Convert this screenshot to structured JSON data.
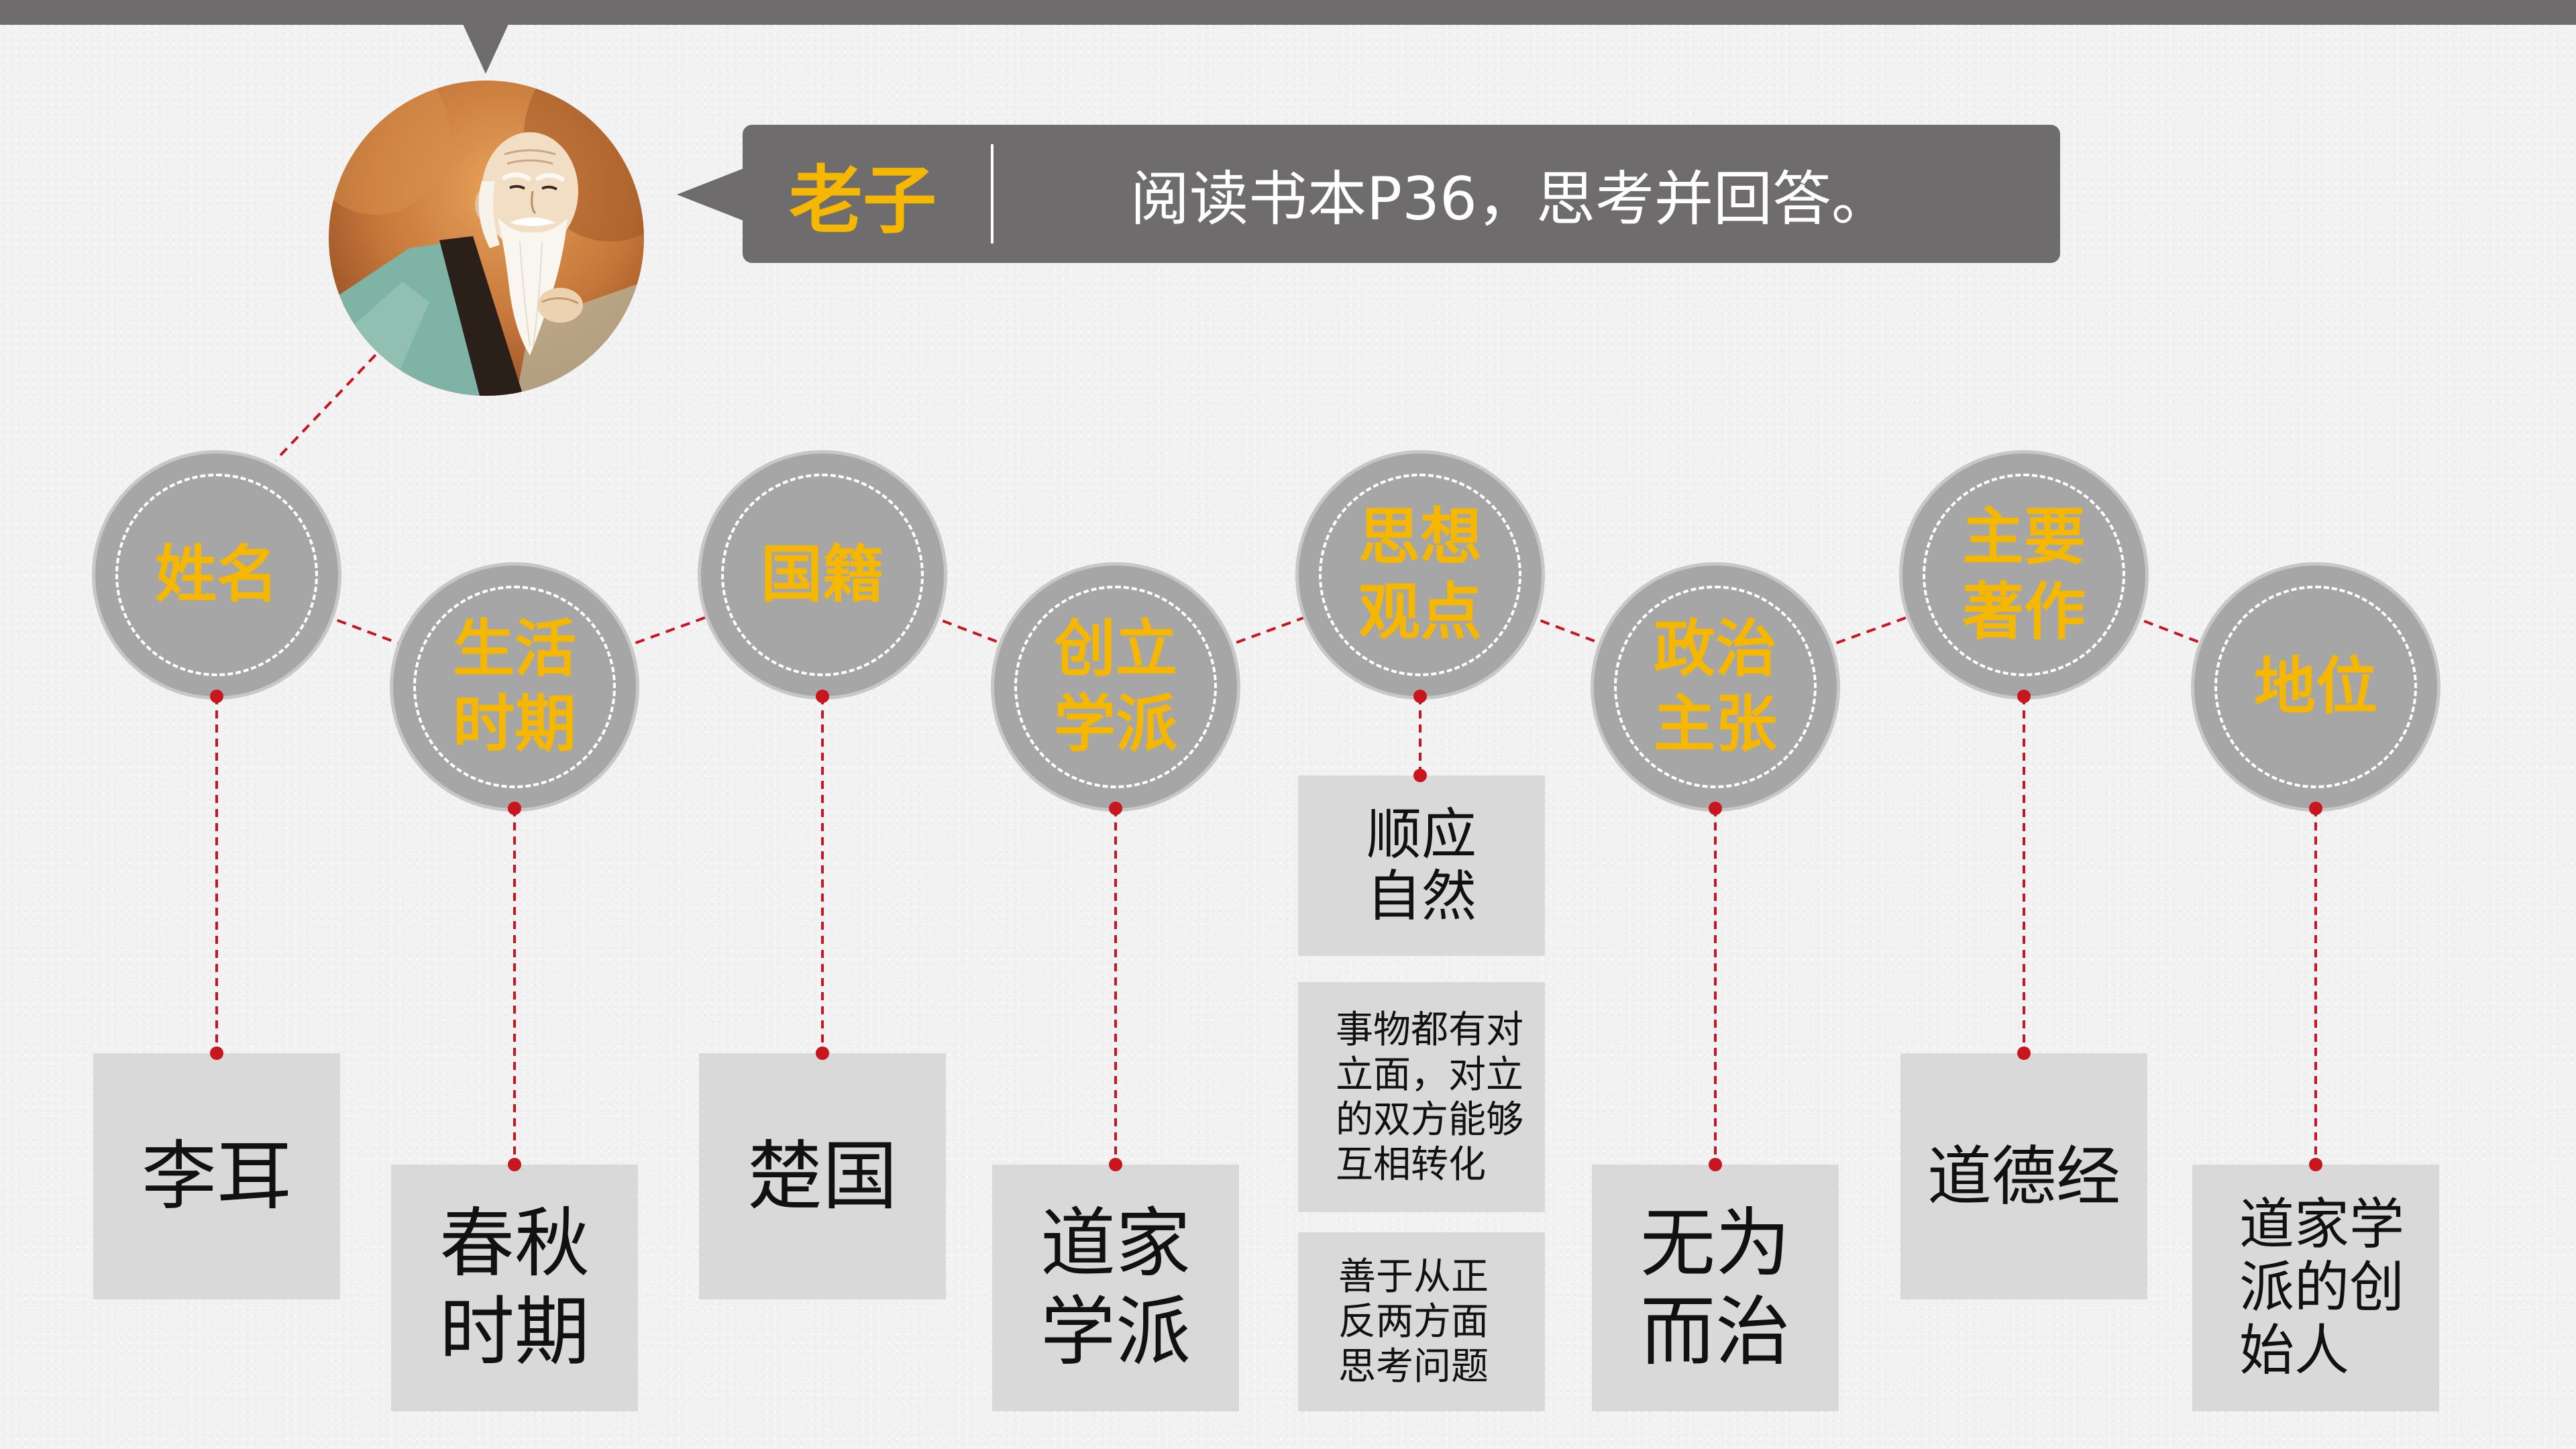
{
  "bubble": {
    "name": "老子",
    "prompt": "阅读书本P36，思考并回答。"
  },
  "colors": {
    "accent": "#f5b700",
    "connector": "#c9161e",
    "circle": "#a7a6a6",
    "box": "#d9d9d9",
    "bar": "#6e6c6c"
  },
  "topics": [
    {
      "label_lines": [
        "姓名"
      ],
      "answers": [
        {
          "lines": [
            "李耳"
          ]
        }
      ]
    },
    {
      "label_lines": [
        "生活",
        "时期"
      ],
      "answers": [
        {
          "lines": [
            "春秋",
            "时期"
          ]
        }
      ]
    },
    {
      "label_lines": [
        "国籍"
      ],
      "answers": [
        {
          "lines": [
            "楚国"
          ]
        }
      ]
    },
    {
      "label_lines": [
        "创立",
        "学派"
      ],
      "answers": [
        {
          "lines": [
            "道家",
            "学派"
          ]
        }
      ]
    },
    {
      "label_lines": [
        "思想",
        "观点"
      ],
      "answers": [
        {
          "lines": [
            "顺应",
            "自然"
          ]
        },
        {
          "lines": [
            "事物都有对",
            "立面，对立",
            "的双方能够",
            "互相转化"
          ]
        },
        {
          "lines": [
            "善于从正",
            "反两方面",
            "思考问题"
          ]
        }
      ]
    },
    {
      "label_lines": [
        "政治",
        "主张"
      ],
      "answers": [
        {
          "lines": [
            "无为",
            "而治"
          ]
        }
      ]
    },
    {
      "label_lines": [
        "主要",
        "著作"
      ],
      "answers": [
        {
          "lines": [
            "道德经"
          ]
        }
      ]
    },
    {
      "label_lines": [
        "地位"
      ],
      "answers": [
        {
          "lines": [
            "道家学",
            "派的创",
            "始人"
          ]
        }
      ]
    }
  ]
}
